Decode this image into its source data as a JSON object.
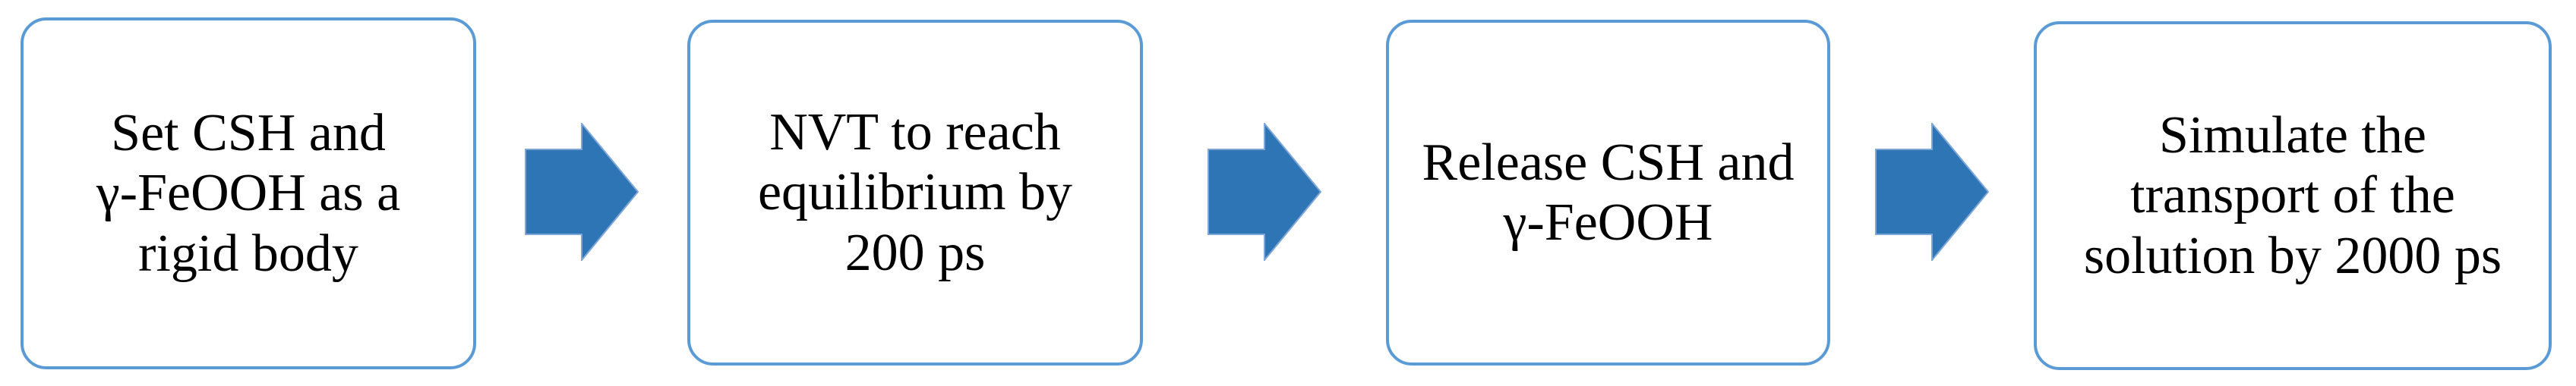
{
  "colors": {
    "background": "#ffffff",
    "box_border": "#5b9bd5",
    "arrow_fill": "#2e75b6",
    "arrow_edge": "#7ea6d8",
    "text": "#000000"
  },
  "diagram": {
    "type": "flowchart",
    "direction": "left-to-right",
    "steps": [
      {
        "label": "Set CSH and\nγ-FeOOH as a\nrigid body"
      },
      {
        "label": "NVT to reach\nequilibrium by\n200 ps"
      },
      {
        "label": "Release CSH and\nγ-FeOOH"
      },
      {
        "label": "Simulate the\ntransport of the\nsolution by 2000 ps"
      }
    ],
    "connectors": [
      {
        "icon": "arrow-right"
      },
      {
        "icon": "arrow-right"
      },
      {
        "icon": "arrow-right"
      }
    ]
  }
}
